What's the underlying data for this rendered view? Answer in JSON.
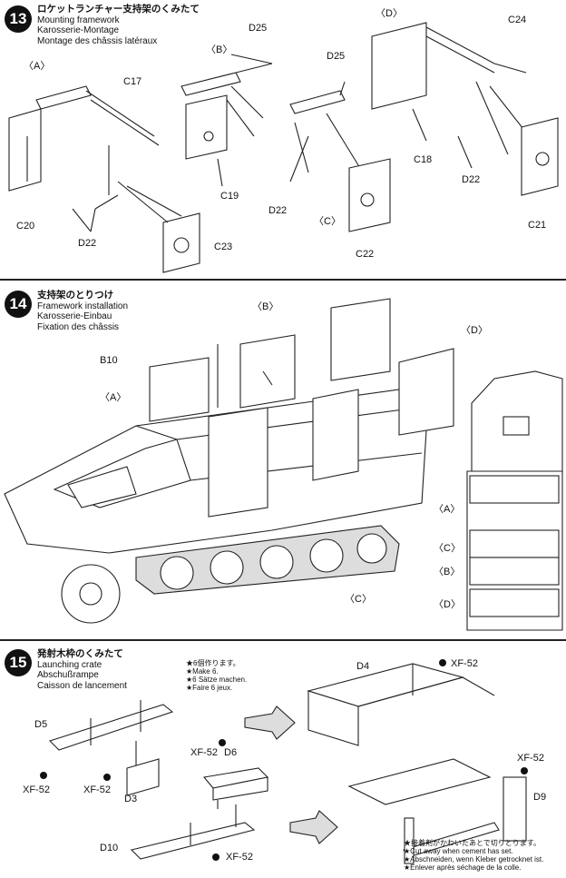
{
  "step13": {
    "number": "13",
    "title_jp": "ロケットランチャー支持架のくみたて",
    "title_en": "Mounting framework",
    "title_de": "Karosserie-Montage",
    "title_fr": "Montage des châssis latéraux",
    "labels": {
      "A": "〈A〉",
      "B": "〈B〉",
      "C": "〈C〉",
      "D": "〈D〉",
      "C17": "C17",
      "C20": "C20",
      "D22_a": "D22",
      "C23": "C23",
      "D25_b": "D25",
      "C19": "C19",
      "D22_b": "D22",
      "D25_c": "D25",
      "C22": "C22",
      "C24": "C24",
      "C18": "C18",
      "D22_d": "D22",
      "C21": "C21"
    }
  },
  "step14": {
    "number": "14",
    "title_jp": "支持架のとりつけ",
    "title_en": "Framework installation",
    "title_de": "Karosserie-Einbau",
    "title_fr": "Fixation des châssis",
    "labels": {
      "B": "〈B〉",
      "D": "〈D〉",
      "A": "〈A〉",
      "C": "〈C〉",
      "B10": "B10",
      "plan_A": "〈A〉",
      "plan_C": "〈C〉",
      "plan_B": "〈B〉",
      "plan_D": "〈D〉"
    }
  },
  "step15": {
    "number": "15",
    "title_jp": "発射木枠のくみたて",
    "title_en": "Launching crate",
    "title_de": "Abschußrampe",
    "title_fr": "Caisson de lancement",
    "make_note": [
      "★6個作ります。",
      "★Make 6.",
      "★6 Sätze machen.",
      "★Faire 6 jeux."
    ],
    "labels": {
      "D5": "D5",
      "XF52_a": "XF-52",
      "XF52_b": "XF-52",
      "D3": "D3",
      "XF52_c": "XF-52",
      "D6": "D6",
      "D10": "D10",
      "XF52_d": "XF-52",
      "D4": "D4",
      "XF52_e": "XF-52",
      "XF52_f": "XF-52",
      "D9": "D9"
    },
    "cut_note": [
      "★接着剤がかわいたあとで切りとります。",
      "★Cut away when cement has set.",
      "★Abschneiden, wenn Kleber getrocknet ist.",
      "★Enlever après séchage de la colle."
    ]
  }
}
